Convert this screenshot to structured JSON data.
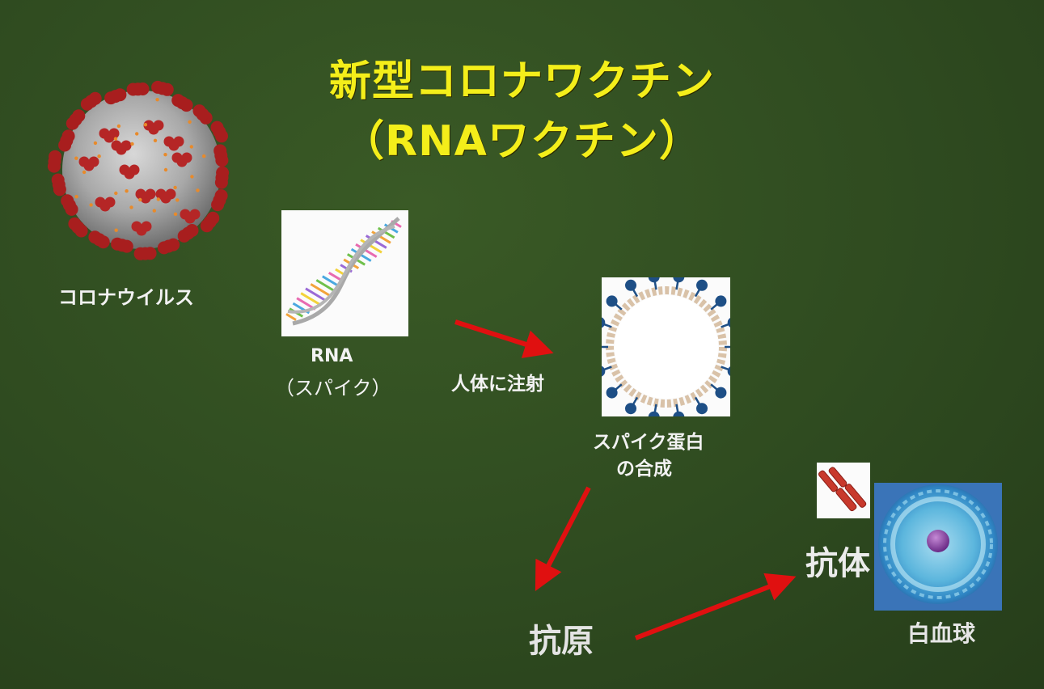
{
  "title": {
    "line1": "新型コロナワクチン",
    "line2": "（RNAワクチン）",
    "color": "#f4ee1a"
  },
  "labels": {
    "virus": "コロナウイルス",
    "rna_line1": "RNA",
    "rna_line2": "（スパイク）",
    "inject": "人体に注射",
    "spike_line1": "スパイク蛋白",
    "spike_line2": "の合成",
    "antigen": "抗原",
    "antibody": "抗体",
    "white_blood_cell": "白血球"
  },
  "colors": {
    "arrow": "#e01010",
    "virus_spike": "#a81e1e",
    "virus_body": "#9a9a9a",
    "membrane_protein": "#1e4f86",
    "cell_blue": "#2d86c2"
  },
  "icons": {
    "virus": "coronavirus-image",
    "rna": "rna-helix-image",
    "spike": "spike-protein-image",
    "antibody": "antibody-image",
    "cell": "white-blood-cell-image"
  }
}
